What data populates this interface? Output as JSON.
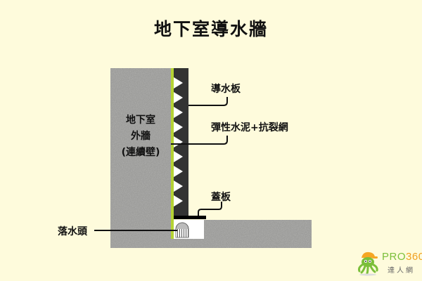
{
  "title": "地下室導水牆",
  "wall_label": {
    "line1": "地下室",
    "line2": "外牆",
    "line3": "(連續壁)"
  },
  "callouts": {
    "drain_board": "導水板",
    "elastic_cement": "彈性水泥+抗裂網",
    "cover_board": "蓋板",
    "drain_head": "落水頭"
  },
  "logo": {
    "brand_text": "PRO",
    "brand_num": "360",
    "sub": "達人網",
    "icon": "octopus-mascot-icon"
  },
  "colors": {
    "background": "#fefbdc",
    "concrete": "#9a9a98",
    "membrane": "#b5d334",
    "drain_board": "#333333",
    "cover_board": "#000000"
  }
}
